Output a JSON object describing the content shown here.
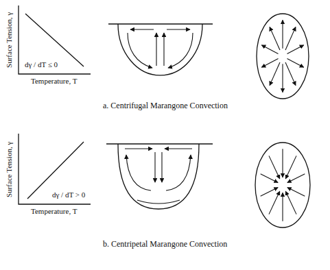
{
  "diagram": {
    "labels": [
      "Surface Tension, γ",
      "Temperature, T",
      "dγ / dT ≤ 0",
      "a. Centrifugal Marangone Convection",
      "Surface Tension, γ",
      "Temperature, T",
      "dγ / dT > 0",
      "b. Centripetal Marangone Convection"
    ]
  }
}
